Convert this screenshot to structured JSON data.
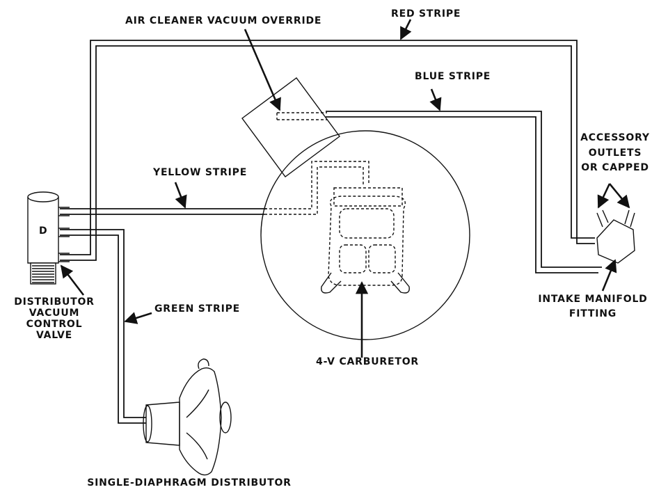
{
  "labels": {
    "air_cleaner": "AIR CLEANER VACUUM OVERRIDE",
    "red_stripe": "RED STRIPE",
    "blue_stripe": "BLUE STRIPE",
    "yellow_stripe": "YELLOW STRIPE",
    "green_stripe": "GREEN STRIPE",
    "accessory": [
      "ACCESSORY",
      "OUTLETS",
      "OR CAPPED"
    ],
    "intake": [
      "INTAKE MANIFOLD",
      "FITTING"
    ],
    "distributor_valve": [
      "DISTRIBUTOR",
      "VACUUM",
      "CONTROL",
      "VALVE"
    ],
    "carburetor": "4-V CARBURETOR",
    "distributor": "SINGLE-DIAPHRAGM DISTRIBUTOR",
    "valve_letter": "D"
  }
}
